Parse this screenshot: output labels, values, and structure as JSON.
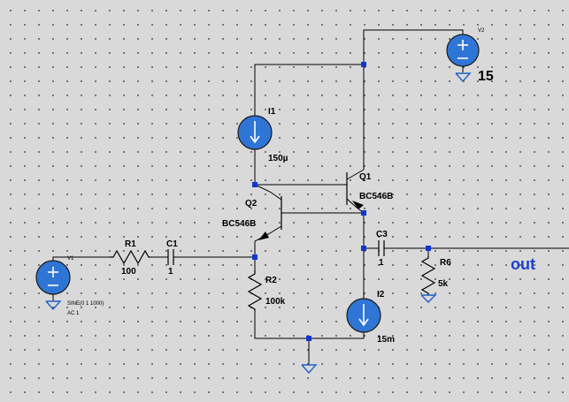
{
  "sources": {
    "v1": {
      "name": "V1",
      "value": "SINE(0 1 1000)",
      "extra": "AC 1"
    },
    "v2": {
      "name": "V2",
      "value": "15"
    }
  },
  "current_sources": {
    "i1": {
      "name": "I1",
      "value": "150µ"
    },
    "i2": {
      "name": "I2",
      "value": "15m"
    }
  },
  "resistors": {
    "r1": {
      "name": "R1",
      "value": "100"
    },
    "r2": {
      "name": "R2",
      "value": "100k"
    },
    "r6": {
      "name": "R6",
      "value": "5k"
    }
  },
  "capacitors": {
    "c1": {
      "name": "C1",
      "value": "1"
    },
    "c3": {
      "name": "C3",
      "value": "1"
    }
  },
  "transistors": {
    "q1": {
      "name": "Q1",
      "model": "BC546B"
    },
    "q2": {
      "name": "Q2",
      "model": "BC546B"
    }
  },
  "output_label": "out"
}
